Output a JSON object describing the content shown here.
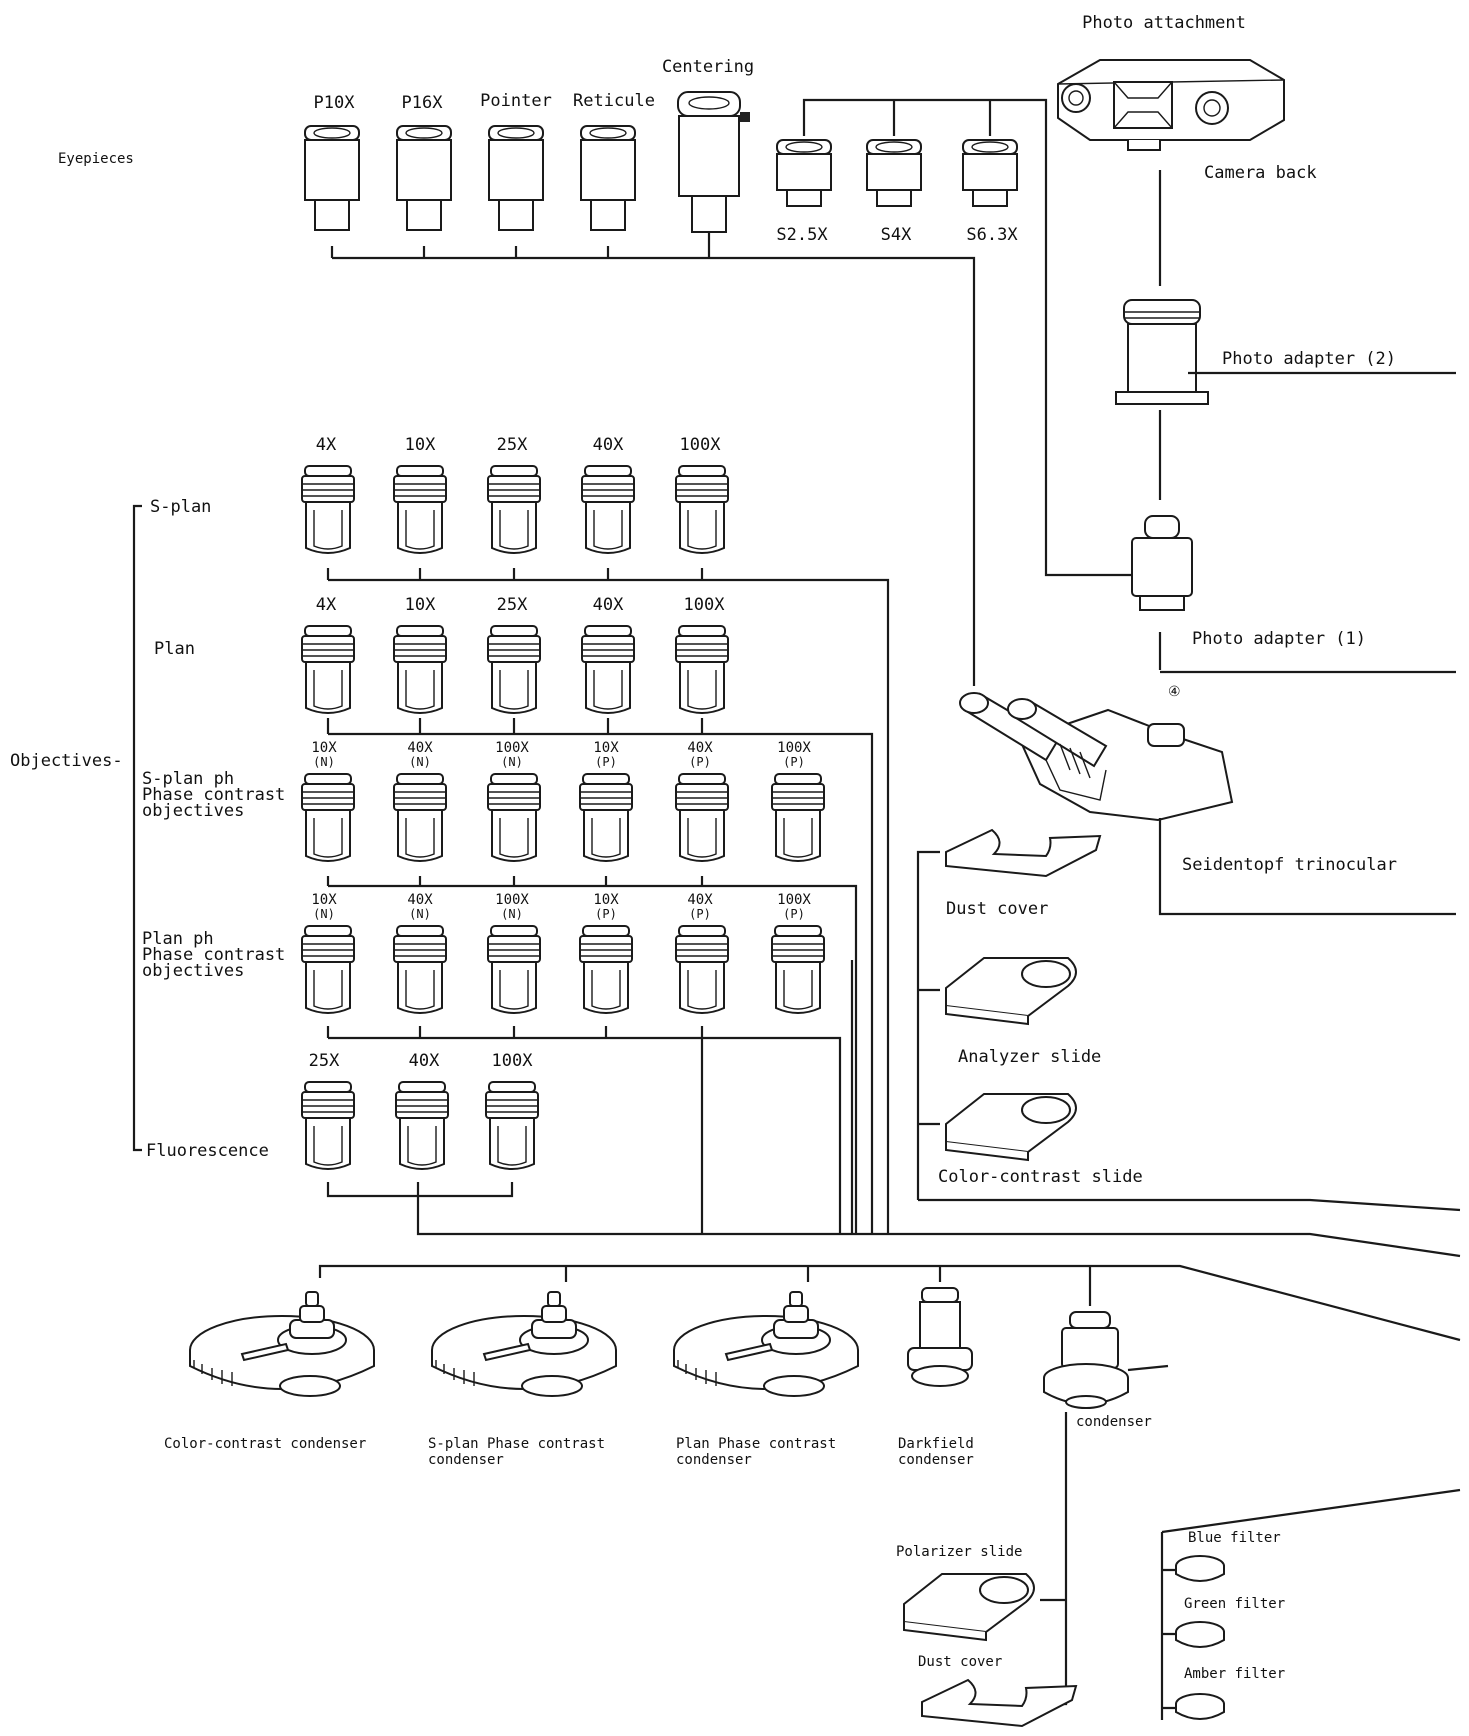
{
  "eyepieces": {
    "group_label": "Eyepieces",
    "items": [
      "P10X",
      "P16X",
      "Pointer",
      "Reticule",
      "Centering"
    ],
    "photo_eyepieces": [
      "S2.5X",
      "S4X",
      "S6.3X"
    ]
  },
  "photo_system": {
    "photo_attachment": "Photo attachment",
    "camera_back": "Camera back",
    "photo_adapter_2": "Photo adapter (2)",
    "photo_adapter_1": "Photo adapter (1)",
    "marker_4": "④",
    "trinocular": "Seidentopf trinocular"
  },
  "objectives": {
    "group_label": "Objectives-",
    "s_plan": {
      "label": "S-plan",
      "mags": [
        "4X",
        "10X",
        "25X",
        "40X",
        "100X"
      ]
    },
    "plan": {
      "label": "Plan",
      "mags": [
        "4X",
        "10X",
        "25X",
        "40X",
        "100X"
      ]
    },
    "s_plan_ph": {
      "label_1": "S-plan ph",
      "label_2": "Phase contrast",
      "label_3": "objectives",
      "mags": [
        "10X",
        "40X",
        "100X",
        "10X",
        "40X",
        "100X"
      ],
      "types": [
        "(N)",
        "(N)",
        "(N)",
        "(P)",
        "(P)",
        "(P)"
      ]
    },
    "plan_ph": {
      "label_1": "Plan ph",
      "label_2": "Phase contrast",
      "label_3": "objectives",
      "mags": [
        "10X",
        "40X",
        "100X",
        "10X",
        "40X",
        "100X"
      ],
      "types": [
        "(N)",
        "(N)",
        "(N)",
        "(P)",
        "(P)",
        "(P)"
      ]
    },
    "fluorescence": {
      "label": "Fluorescence",
      "mags": [
        "25X",
        "40X",
        "100X"
      ]
    }
  },
  "slides": {
    "dust_cover": "Dust cover",
    "analyzer": "Analyzer slide",
    "color_contrast": "Color-contrast slide"
  },
  "condensers": {
    "color_contrast": "Color-contrast condenser",
    "s_plan_phase_1": "S-plan Phase contrast",
    "s_plan_phase_2": "condenser",
    "plan_phase_1": "Plan Phase contrast",
    "plan_phase_2": "condenser",
    "darkfield_1": "Darkfield",
    "darkfield_2": "condenser",
    "condenser": "condenser"
  },
  "bottom": {
    "polarizer_slide": "Polarizer slide",
    "dust_cover": "Dust cover",
    "blue_filter": "Blue filter",
    "green_filter": "Green filter",
    "amber_filter": "Amber filter"
  }
}
